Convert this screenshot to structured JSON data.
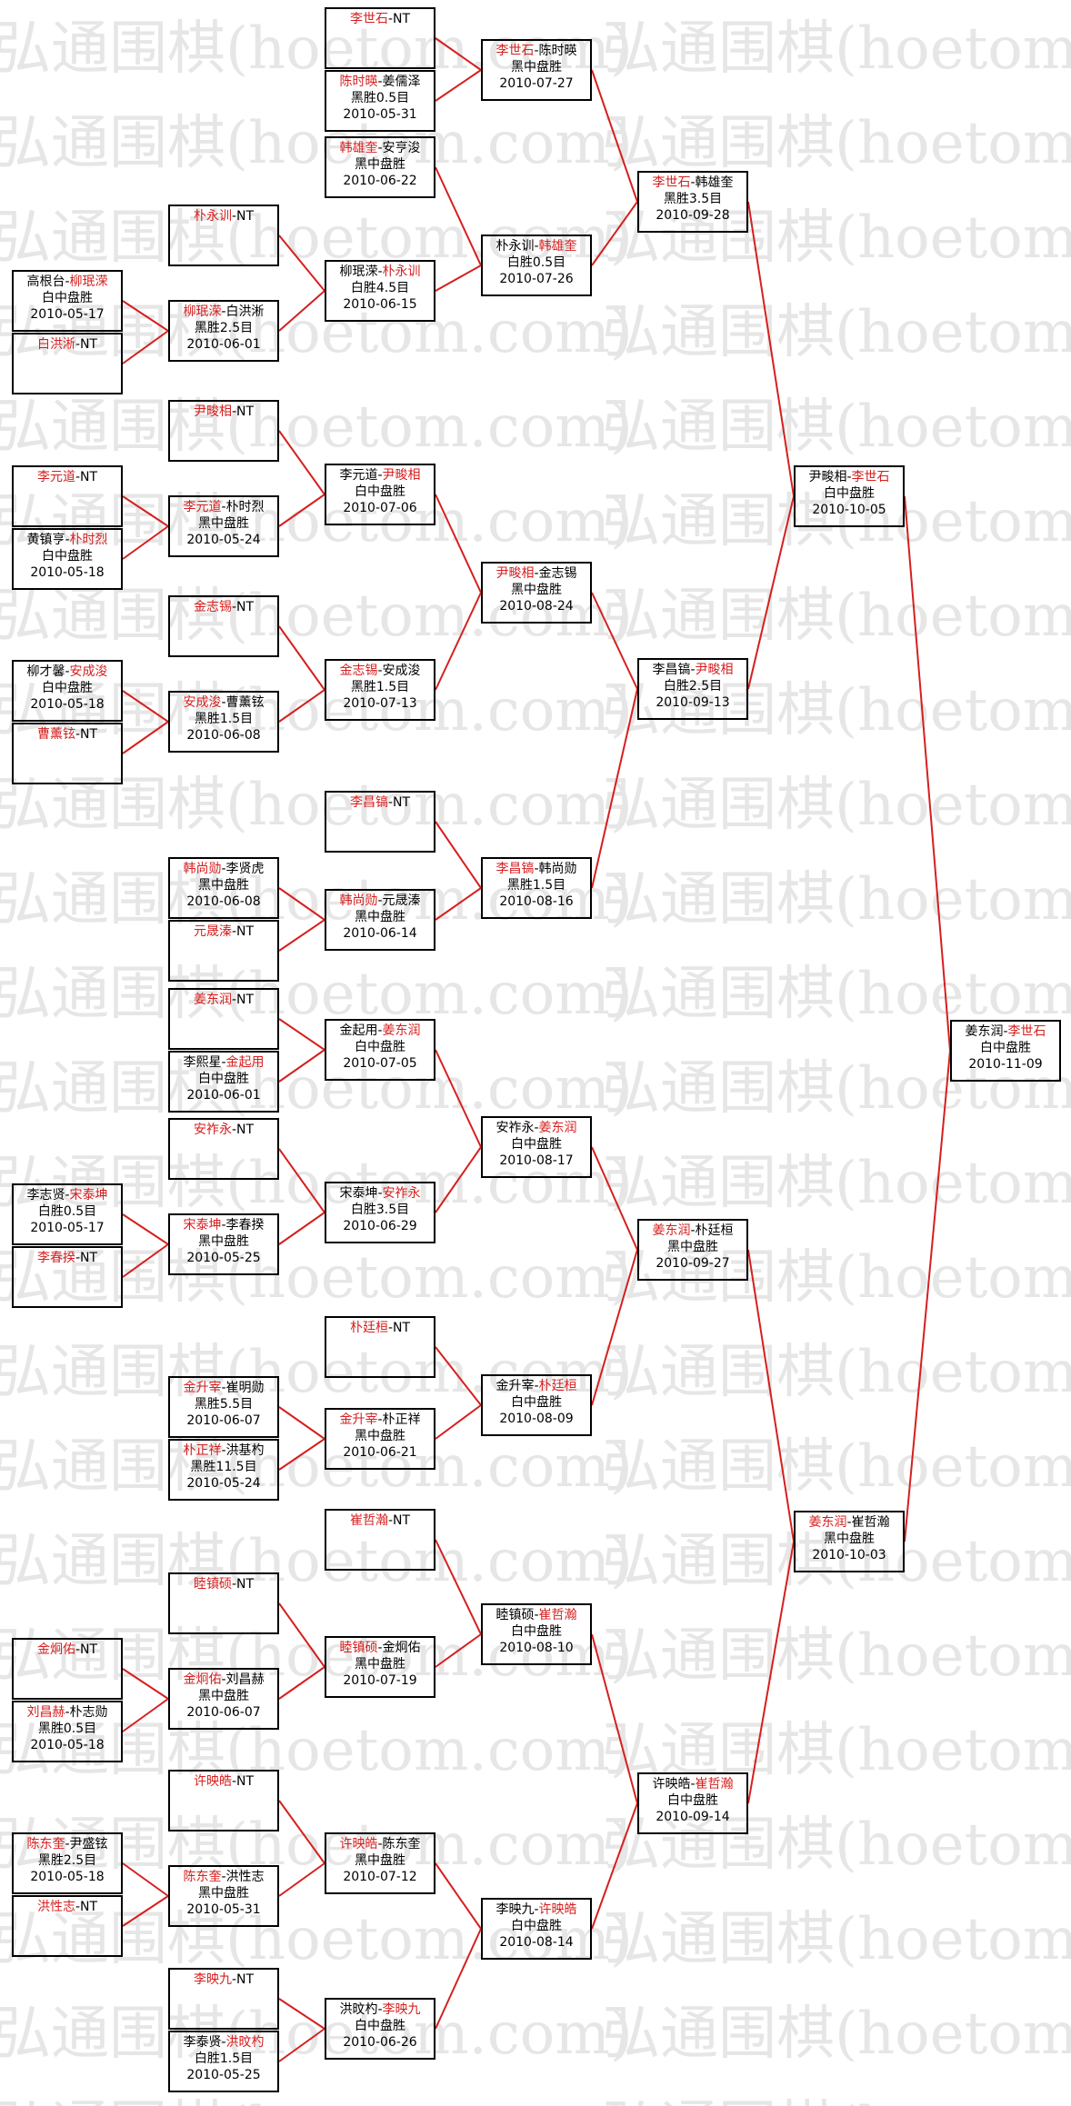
{
  "watermark": "弘通围棋(hoetom.com)",
  "colors": {
    "line": "#d61f1f",
    "winner_text": "#d61f1f",
    "border": "#000000",
    "watermark": "#e6e6e6"
  },
  "boxes": [
    {
      "id": "c1_0",
      "left": {
        "t": "高根台",
        "w": false
      },
      "right": {
        "t": "柳珉溁",
        "w": true
      },
      "lines": [
        "白中盘胜",
        "2010-05-17"
      ]
    },
    {
      "id": "c1_1",
      "left": {
        "t": "白洪淅",
        "w": true
      },
      "right": {
        "t": "NT",
        "w": false
      },
      "lines": []
    },
    {
      "id": "c1_2",
      "left": {
        "t": "李元道",
        "w": true
      },
      "right": {
        "t": "NT",
        "w": false
      },
      "lines": []
    },
    {
      "id": "c1_3",
      "left": {
        "t": "黄镇亨",
        "w": false
      },
      "right": {
        "t": "朴时烈",
        "w": true
      },
      "lines": [
        "白中盘胜",
        "2010-05-18"
      ]
    },
    {
      "id": "c1_4",
      "left": {
        "t": "柳才馨",
        "w": false
      },
      "right": {
        "t": "安成浚",
        "w": true
      },
      "lines": [
        "白中盘胜",
        "2010-05-18"
      ]
    },
    {
      "id": "c1_5",
      "left": {
        "t": "曹薰铉",
        "w": true
      },
      "right": {
        "t": "NT",
        "w": false
      },
      "lines": []
    },
    {
      "id": "c1_6",
      "left": {
        "t": "李志贤",
        "w": false
      },
      "right": {
        "t": "宋泰坤",
        "w": true
      },
      "lines": [
        "白胜0.5目",
        "2010-05-17"
      ]
    },
    {
      "id": "c1_7",
      "left": {
        "t": "李春揆",
        "w": true
      },
      "right": {
        "t": "NT",
        "w": false
      },
      "lines": []
    },
    {
      "id": "c1_8",
      "left": {
        "t": "金炯佑",
        "w": true
      },
      "right": {
        "t": "NT",
        "w": false
      },
      "lines": []
    },
    {
      "id": "c1_9",
      "left": {
        "t": "刘昌赫",
        "w": true
      },
      "right": {
        "t": "朴志勋",
        "w": false
      },
      "lines": [
        "黑胜0.5目",
        "2010-05-18"
      ]
    },
    {
      "id": "c1_10",
      "left": {
        "t": "陈东奎",
        "w": true
      },
      "right": {
        "t": "尹盛铉",
        "w": false
      },
      "lines": [
        "黑胜2.5目",
        "2010-05-18"
      ]
    },
    {
      "id": "c1_11",
      "left": {
        "t": "洪性志",
        "w": true
      },
      "right": {
        "t": "NT",
        "w": false
      },
      "lines": []
    },
    {
      "id": "c2_0",
      "left": {
        "t": "朴永训",
        "w": true
      },
      "right": {
        "t": "NT",
        "w": false
      },
      "lines": []
    },
    {
      "id": "c2_1",
      "left": {
        "t": "柳珉溁",
        "w": true
      },
      "right": {
        "t": "白洪淅",
        "w": false
      },
      "lines": [
        "黑胜2.5目",
        "2010-06-01"
      ]
    },
    {
      "id": "c2_2",
      "left": {
        "t": "尹畯相",
        "w": true
      },
      "right": {
        "t": "NT",
        "w": false
      },
      "lines": []
    },
    {
      "id": "c2_3",
      "left": {
        "t": "李元道",
        "w": true
      },
      "right": {
        "t": "朴时烈",
        "w": false
      },
      "lines": [
        "黑中盘胜",
        "2010-05-24"
      ]
    },
    {
      "id": "c2_4",
      "left": {
        "t": "金志锡",
        "w": true
      },
      "right": {
        "t": "NT",
        "w": false
      },
      "lines": []
    },
    {
      "id": "c2_5",
      "left": {
        "t": "安成浚",
        "w": true
      },
      "right": {
        "t": "曹薰铉",
        "w": false
      },
      "lines": [
        "黑胜1.5目",
        "2010-06-08"
      ]
    },
    {
      "id": "c2_6",
      "left": {
        "t": "韩尚勋",
        "w": true
      },
      "right": {
        "t": "李贤虎",
        "w": false
      },
      "lines": [
        "黑中盘胜",
        "2010-06-08"
      ]
    },
    {
      "id": "c2_7",
      "left": {
        "t": "元晟溱",
        "w": true
      },
      "right": {
        "t": "NT",
        "w": false
      },
      "lines": []
    },
    {
      "id": "c2_8",
      "left": {
        "t": "姜东润",
        "w": true
      },
      "right": {
        "t": "NT",
        "w": false
      },
      "lines": []
    },
    {
      "id": "c2_9",
      "left": {
        "t": "李熙星",
        "w": false
      },
      "right": {
        "t": "金起用",
        "w": true
      },
      "lines": [
        "白中盘胜",
        "2010-06-01"
      ]
    },
    {
      "id": "c2_10",
      "left": {
        "t": "安祚永",
        "w": true
      },
      "right": {
        "t": "NT",
        "w": false
      },
      "lines": []
    },
    {
      "id": "c2_11",
      "left": {
        "t": "宋泰坤",
        "w": true
      },
      "right": {
        "t": "李春揆",
        "w": false
      },
      "lines": [
        "黑中盘胜",
        "2010-05-25"
      ]
    },
    {
      "id": "c2_12",
      "left": {
        "t": "金升宰",
        "w": true
      },
      "right": {
        "t": "崔明勋",
        "w": false
      },
      "lines": [
        "黑胜5.5目",
        "2010-06-07"
      ]
    },
    {
      "id": "c2_13",
      "left": {
        "t": "朴正祥",
        "w": true
      },
      "right": {
        "t": "洪基杓",
        "w": false
      },
      "lines": [
        "黑胜11.5目",
        "2010-05-24"
      ]
    },
    {
      "id": "c2_14",
      "left": {
        "t": "睦镇硕",
        "w": true
      },
      "right": {
        "t": "NT",
        "w": false
      },
      "lines": []
    },
    {
      "id": "c2_15",
      "left": {
        "t": "金炯佑",
        "w": true
      },
      "right": {
        "t": "刘昌赫",
        "w": false
      },
      "lines": [
        "黑中盘胜",
        "2010-06-07"
      ]
    },
    {
      "id": "c2_16",
      "left": {
        "t": "许映皓",
        "w": true
      },
      "right": {
        "t": "NT",
        "w": false
      },
      "lines": []
    },
    {
      "id": "c2_17",
      "left": {
        "t": "陈东奎",
        "w": true
      },
      "right": {
        "t": "洪性志",
        "w": false
      },
      "lines": [
        "黑中盘胜",
        "2010-05-31"
      ]
    },
    {
      "id": "c2_18",
      "left": {
        "t": "李映九",
        "w": true
      },
      "right": {
        "t": "NT",
        "w": false
      },
      "lines": []
    },
    {
      "id": "c2_19",
      "left": {
        "t": "李泰贤",
        "w": false
      },
      "right": {
        "t": "洪旼杓",
        "w": true
      },
      "lines": [
        "白胜1.5目",
        "2010-05-25"
      ]
    },
    {
      "id": "c3_0",
      "left": {
        "t": "李世石",
        "w": true
      },
      "right": {
        "t": "NT",
        "w": false
      },
      "lines": []
    },
    {
      "id": "c3_1",
      "left": {
        "t": "陈时暎",
        "w": true
      },
      "right": {
        "t": "姜儒泽",
        "w": false
      },
      "lines": [
        "黑胜0.5目",
        "2010-05-31"
      ]
    },
    {
      "id": "c3_2",
      "left": {
        "t": "韩雄奎",
        "w": true
      },
      "right": {
        "t": "安亨浚",
        "w": false
      },
      "lines": [
        "黑中盘胜",
        "2010-06-22"
      ]
    },
    {
      "id": "c3_3",
      "left": {
        "t": "柳珉溁",
        "w": false
      },
      "right": {
        "t": "朴永训",
        "w": true
      },
      "lines": [
        "白胜4.5目",
        "2010-06-15"
      ]
    },
    {
      "id": "c3_4",
      "left": {
        "t": "李元道",
        "w": false
      },
      "right": {
        "t": "尹畯相",
        "w": true
      },
      "lines": [
        "白中盘胜",
        "2010-07-06"
      ]
    },
    {
      "id": "c3_5",
      "left": {
        "t": "金志锡",
        "w": true
      },
      "right": {
        "t": "安成浚",
        "w": false
      },
      "lines": [
        "黑胜1.5目",
        "2010-07-13"
      ]
    },
    {
      "id": "c3_6",
      "left": {
        "t": "李昌镐",
        "w": true
      },
      "right": {
        "t": "NT",
        "w": false
      },
      "lines": []
    },
    {
      "id": "c3_7",
      "left": {
        "t": "韩尚勋",
        "w": true
      },
      "right": {
        "t": "元晟溱",
        "w": false
      },
      "lines": [
        "黑中盘胜",
        "2010-06-14"
      ]
    },
    {
      "id": "c3_8",
      "left": {
        "t": "金起用",
        "w": false
      },
      "right": {
        "t": "姜东润",
        "w": true
      },
      "lines": [
        "白中盘胜",
        "2010-07-05"
      ]
    },
    {
      "id": "c3_9",
      "left": {
        "t": "宋泰坤",
        "w": false
      },
      "right": {
        "t": "安祚永",
        "w": true
      },
      "lines": [
        "白胜3.5目",
        "2010-06-29"
      ]
    },
    {
      "id": "c3_10",
      "left": {
        "t": "朴廷桓",
        "w": true
      },
      "right": {
        "t": "NT",
        "w": false
      },
      "lines": []
    },
    {
      "id": "c3_11",
      "left": {
        "t": "金升宰",
        "w": true
      },
      "right": {
        "t": "朴正祥",
        "w": false
      },
      "lines": [
        "黑中盘胜",
        "2010-06-21"
      ]
    },
    {
      "id": "c3_12",
      "left": {
        "t": "崔哲瀚",
        "w": true
      },
      "right": {
        "t": "NT",
        "w": false
      },
      "lines": []
    },
    {
      "id": "c3_13",
      "left": {
        "t": "睦镇硕",
        "w": true
      },
      "right": {
        "t": "金炯佑",
        "w": false
      },
      "lines": [
        "黑中盘胜",
        "2010-07-19"
      ]
    },
    {
      "id": "c3_14",
      "left": {
        "t": "许映皓",
        "w": true
      },
      "right": {
        "t": "陈东奎",
        "w": false
      },
      "lines": [
        "黑中盘胜",
        "2010-07-12"
      ]
    },
    {
      "id": "c3_15",
      "left": {
        "t": "洪旼杓",
        "w": false
      },
      "right": {
        "t": "李映九",
        "w": true
      },
      "lines": [
        "白中盘胜",
        "2010-06-26"
      ]
    },
    {
      "id": "c4_0",
      "left": {
        "t": "李世石",
        "w": true
      },
      "right": {
        "t": "陈时暎",
        "w": false
      },
      "lines": [
        "黑中盘胜",
        "2010-07-27"
      ]
    },
    {
      "id": "c4_1",
      "left": {
        "t": "朴永训",
        "w": false
      },
      "right": {
        "t": "韩雄奎",
        "w": true
      },
      "lines": [
        "白胜0.5目",
        "2010-07-26"
      ]
    },
    {
      "id": "c4_2",
      "left": {
        "t": "尹畯相",
        "w": true
      },
      "right": {
        "t": "金志锡",
        "w": false
      },
      "lines": [
        "黑中盘胜",
        "2010-08-24"
      ]
    },
    {
      "id": "c4_3",
      "left": {
        "t": "李昌镐",
        "w": true
      },
      "right": {
        "t": "韩尚勋",
        "w": false
      },
      "lines": [
        "黑胜1.5目",
        "2010-08-16"
      ]
    },
    {
      "id": "c4_4",
      "left": {
        "t": "安祚永",
        "w": false
      },
      "right": {
        "t": "姜东润",
        "w": true
      },
      "lines": [
        "白中盘胜",
        "2010-08-17"
      ]
    },
    {
      "id": "c4_5",
      "left": {
        "t": "金升宰",
        "w": false
      },
      "right": {
        "t": "朴廷桓",
        "w": true
      },
      "lines": [
        "白中盘胜",
        "2010-08-09"
      ]
    },
    {
      "id": "c4_6",
      "left": {
        "t": "睦镇硕",
        "w": false
      },
      "right": {
        "t": "崔哲瀚",
        "w": true
      },
      "lines": [
        "白中盘胜",
        "2010-08-10"
      ]
    },
    {
      "id": "c4_7",
      "left": {
        "t": "李映九",
        "w": false
      },
      "right": {
        "t": "许映皓",
        "w": true
      },
      "lines": [
        "白中盘胜",
        "2010-08-14"
      ]
    },
    {
      "id": "c5_0",
      "left": {
        "t": "李世石",
        "w": true
      },
      "right": {
        "t": "韩雄奎",
        "w": false
      },
      "lines": [
        "黑胜3.5目",
        "2010-09-28"
      ]
    },
    {
      "id": "c5_1",
      "left": {
        "t": "李昌镐",
        "w": false
      },
      "right": {
        "t": "尹畯相",
        "w": true
      },
      "lines": [
        "白胜2.5目",
        "2010-09-13"
      ]
    },
    {
      "id": "c5_2",
      "left": {
        "t": "姜东润",
        "w": true
      },
      "right": {
        "t": "朴廷桓",
        "w": false
      },
      "lines": [
        "黑中盘胜",
        "2010-09-27"
      ]
    },
    {
      "id": "c5_3",
      "left": {
        "t": "许映皓",
        "w": false
      },
      "right": {
        "t": "崔哲瀚",
        "w": true
      },
      "lines": [
        "白中盘胜",
        "2010-09-14"
      ]
    },
    {
      "id": "c6_0",
      "left": {
        "t": "尹畯相",
        "w": false
      },
      "right": {
        "t": "李世石",
        "w": true
      },
      "lines": [
        "白中盘胜",
        "2010-10-05"
      ]
    },
    {
      "id": "c6_1",
      "left": {
        "t": "姜东润",
        "w": true
      },
      "right": {
        "t": "崔哲瀚",
        "w": false
      },
      "lines": [
        "黑中盘胜",
        "2010-10-03"
      ]
    },
    {
      "id": "c7_0",
      "left": {
        "t": "姜东润",
        "w": false
      },
      "right": {
        "t": "李世石",
        "w": true
      },
      "lines": [
        "白中盘胜",
        "2010-11-09"
      ]
    }
  ]
}
